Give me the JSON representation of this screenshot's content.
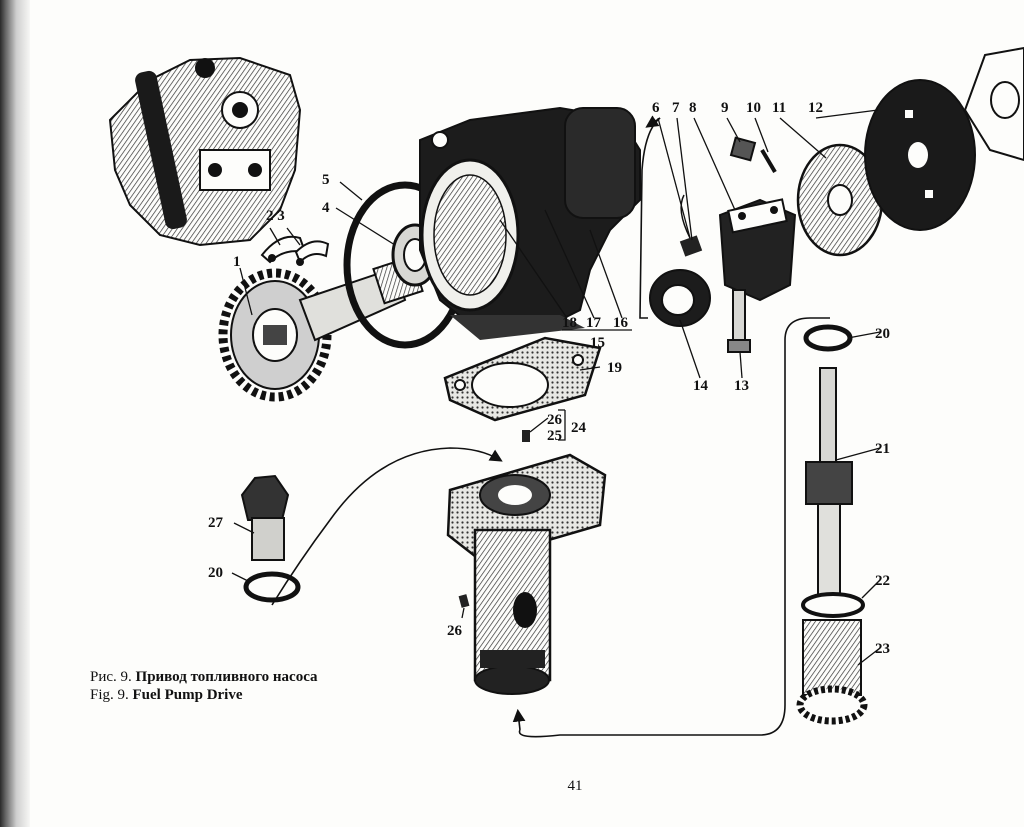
{
  "labels": {
    "l1": "1",
    "l23": "2 3",
    "l4": "4",
    "l5": "5",
    "l6": "6",
    "l7": "7",
    "l8": "8",
    "l9": "9",
    "l10": "10",
    "l11": "11",
    "l12": "12",
    "l13": "13",
    "l14": "14",
    "l15": "15",
    "l16": "16",
    "l17": "17",
    "l18": "18",
    "l19": "19",
    "l20a": "20",
    "l20b": "20",
    "l21": "21",
    "l22": "22",
    "l23b": "23",
    "l24": "24",
    "l25": "25",
    "l26a": "26",
    "l26b": "26",
    "l27": "27"
  },
  "caption": {
    "ru_prefix": "Рис. 9.",
    "ru_title": "Привод топливного насоса",
    "en_prefix": "Fig. 9.",
    "en_title": "Fuel Pump Drive"
  },
  "page_number": "41",
  "colors": {
    "ink": "#111111",
    "paper": "#fdfdfb"
  }
}
